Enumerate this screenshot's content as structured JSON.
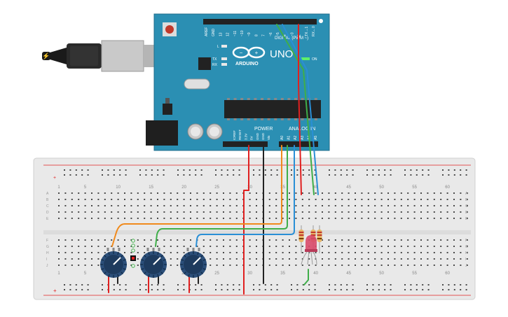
{
  "board": {
    "brand": "ARDUINO",
    "model": "UNO",
    "header_digital_label": "DIGITAL (PWM ~)",
    "header_power_label": "POWER",
    "header_analog_label": "ANALOG IN",
    "led_on_label": "ON",
    "led_l_label": "L",
    "led_tx_label": "TX",
    "led_rx_label": "RX",
    "digital_pins": [
      "AREF",
      "GND",
      "13",
      "12",
      "~11",
      "~10",
      "~9",
      "8",
      "7",
      "~6",
      "~5",
      "4",
      "~3",
      "2",
      "TX→1",
      "RX←0"
    ],
    "power_pins": [
      "IOREF",
      "RESET",
      "3.3V",
      "5V",
      "GND",
      "GND",
      "Vin"
    ],
    "analog_pins": [
      "A0",
      "A1",
      "A2",
      "A3",
      "A4",
      "A5"
    ],
    "teal_color": "#2b8fb3"
  },
  "breadboard": {
    "column_numbers_top": [
      "1",
      "5",
      "10",
      "15",
      "20",
      "25",
      "30",
      "35",
      "40",
      "45",
      "50",
      "55",
      "60"
    ],
    "column_numbers_bottom": [
      "1",
      "5",
      "10",
      "15",
      "20",
      "25",
      "30",
      "35",
      "40",
      "45",
      "50",
      "55",
      "60"
    ],
    "row_letters_top": [
      "A",
      "B",
      "C",
      "D",
      "E"
    ],
    "row_letters_bottom": [
      "F",
      "G",
      "H",
      "I",
      "J"
    ],
    "rail_plus": "+",
    "rail_minus": "−"
  },
  "wires": {
    "colors": {
      "power": "#e02020",
      "ground": "#222222",
      "a0": "#f08a1c",
      "a1": "#3fae49",
      "a2": "#2a8fd6",
      "led": "#3fae49"
    }
  },
  "components": {
    "potentiometers": [
      "pot-1",
      "pot-2",
      "pot-3"
    ],
    "resistors": [
      "resistor-1",
      "resistor-2",
      "resistor-3"
    ],
    "rgb_led": "rgb-led"
  }
}
